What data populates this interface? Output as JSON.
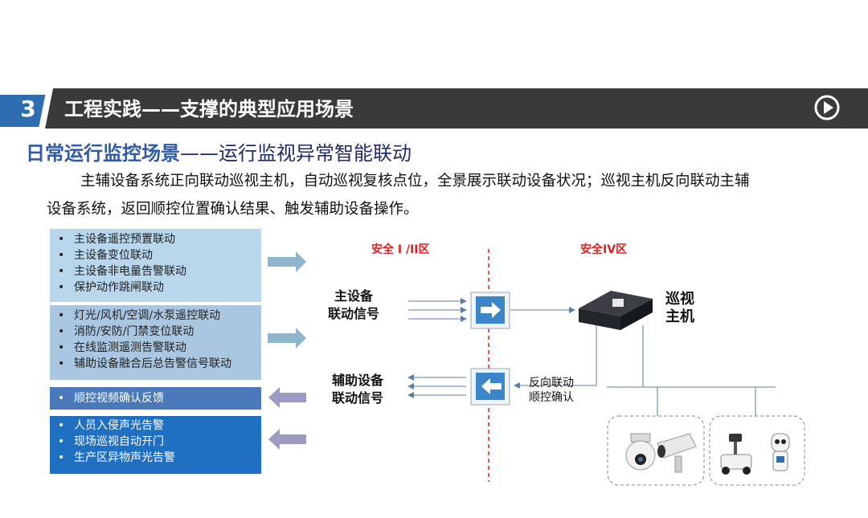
{
  "header": {
    "section_number": "3",
    "title": "工程实践——支撑的典型应用场景"
  },
  "subheading": {
    "bold_part": "日常运行监控场景",
    "rest": "——运行监视异常智能联动"
  },
  "description": {
    "line1": "主辅设备系统正向联动巡视主机，自动巡视复核点位，全景展示联动设备状况；巡视主机反向联动主辅",
    "line2": "设备系统，返回顺控位置确认结果、触发辅助设备操作。"
  },
  "left_boxes": [
    {
      "items": [
        "主设备遥控预置联动",
        "主设备变位联动",
        "主设备非电量告警联动",
        "保护动作跳闸联动"
      ]
    },
    {
      "items": [
        "灯光/风机/空调/水泵遥控联动",
        "消防/安防/门禁变位联动",
        "在线监测遥测告警联动",
        "辅助设备融合后总告警信号联动"
      ]
    },
    {
      "items": [
        "顺控视频确认反馈"
      ]
    },
    {
      "items": [
        "人员入侵声光告警",
        "现场巡视自动开门",
        "生产区异物声光告警"
      ]
    }
  ],
  "diagram": {
    "zone_left": "安全 I /II区",
    "zone_right": "安全IV区",
    "main_signal": {
      "line1": "主设备",
      "line2": "联动信号"
    },
    "aux_signal": {
      "line1": "辅助设备",
      "line2": "联动信号"
    },
    "reverse": {
      "line1": "反向联动",
      "line2": "顺控确认"
    },
    "host": {
      "line1": "巡视",
      "line2": "主机"
    }
  },
  "colors": {
    "banner_dark": "#3a3a3a",
    "banner_blue": "#2f6db3",
    "arrow_gray": "#7fa9c4",
    "zone_red": "#e02020"
  }
}
